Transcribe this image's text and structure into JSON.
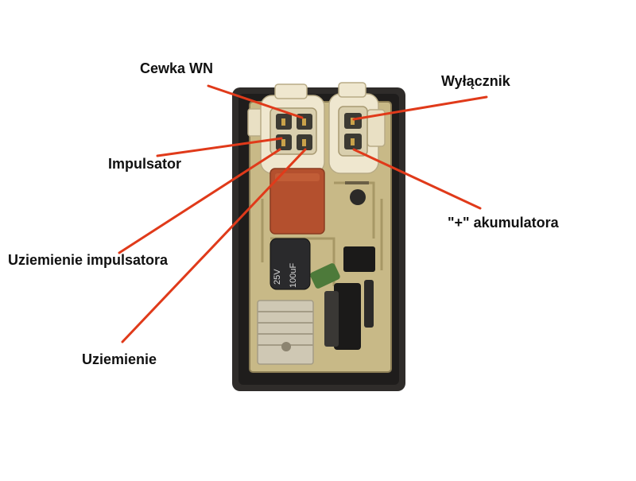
{
  "labels": {
    "cewka_wn": "Cewka WN",
    "wylacznik": "Wyłącznik",
    "impulsator": "Impulsator",
    "akumulator_plus": "\"+\" akumulatora",
    "uziemienie_impulsatora": "Uziemienie impulsatora",
    "uziemienie": "Uziemienie"
  },
  "component_markings": {
    "capacitor_voltage": "25V",
    "capacitor_capacitance": "100uF"
  },
  "colors": {
    "leader_line": "#e03a1a",
    "module_case": "#2f2c2a",
    "pcb": "#c8b987",
    "connector": "#efe7cf",
    "capacitor_film": "#b4502e",
    "heatsink": "#cfc8b4"
  }
}
